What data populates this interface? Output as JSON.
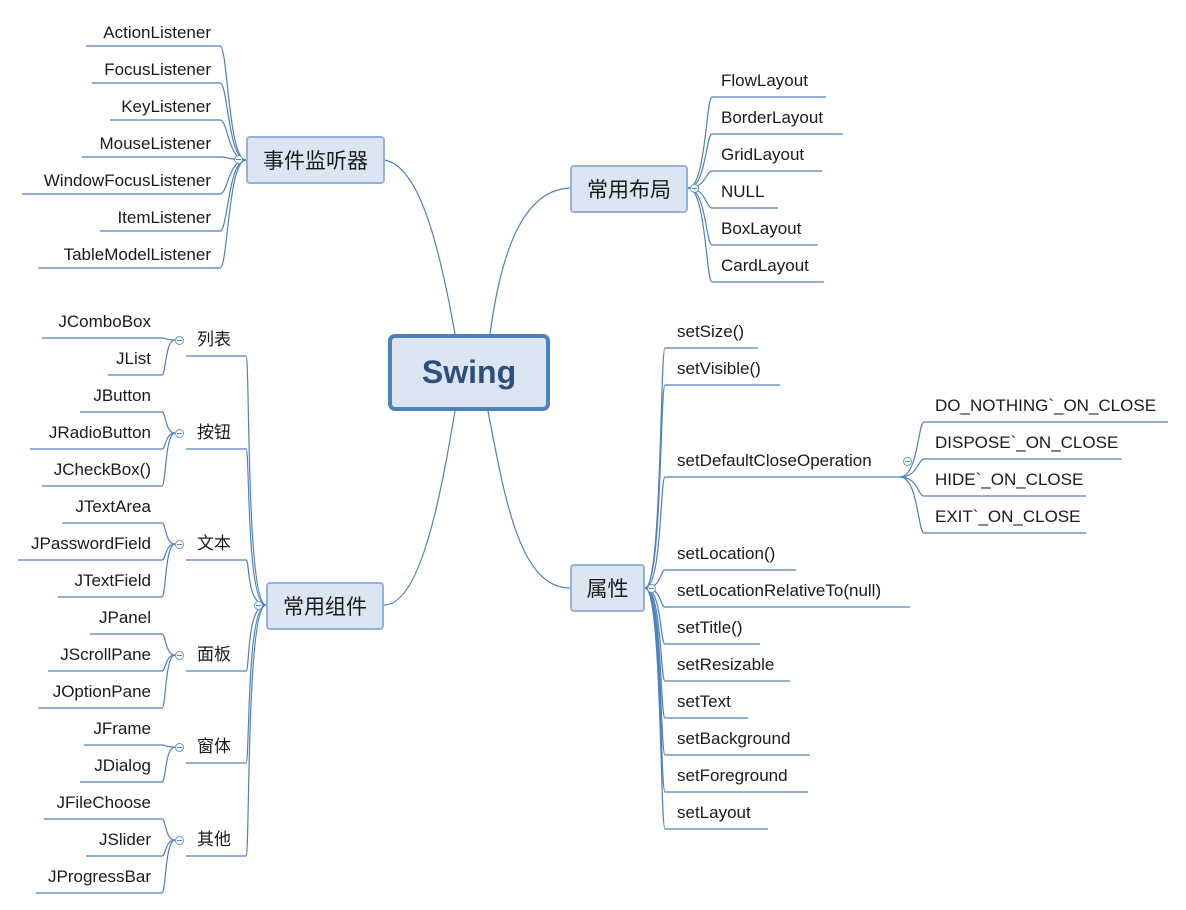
{
  "root": "Swing",
  "branches": {
    "events": {
      "label": "事件监听器",
      "items": [
        "ActionListener",
        "FocusListener",
        "KeyListener",
        "MouseListener",
        "WindowFocusListener",
        "ItemListener",
        "TableModelListener"
      ]
    },
    "layouts": {
      "label": "常用布局",
      "items": [
        "FlowLayout",
        "BorderLayout",
        "GridLayout",
        "NULL",
        "BoxLayout",
        "CardLayout"
      ]
    },
    "components": {
      "label": "常用组件",
      "groups": [
        {
          "label": "列表",
          "items": [
            "JComboBox",
            "JList"
          ]
        },
        {
          "label": "按钮",
          "items": [
            "JButton",
            "JRadioButton",
            "JCheckBox()"
          ]
        },
        {
          "label": "文本",
          "items": [
            "JTextArea",
            "JPasswordField",
            "JTextField"
          ]
        },
        {
          "label": "面板",
          "items": [
            "JPanel",
            "JScrollPane",
            "JOptionPane"
          ]
        },
        {
          "label": "窗体",
          "items": [
            "JFrame",
            "JDialog"
          ]
        },
        {
          "label": "其他",
          "items": [
            "JFileChoose",
            "JSlider",
            "JProgressBar"
          ]
        }
      ]
    },
    "properties": {
      "label": "属性",
      "items": [
        "setSize()",
        "setVisible()",
        "setDefaultCloseOperation",
        "setLocation()",
        "setLocationRelativeTo(null)",
        "setTitle()",
        "setResizable",
        "setText",
        "setBackground",
        "setForeground",
        "setLayout"
      ],
      "close_ops": [
        "DO_NOTHING`_ON_CLOSE",
        "DISPOSE`_ON_CLOSE",
        "HIDE`_ON_CLOSE",
        "EXIT`_ON_CLOSE"
      ]
    }
  },
  "colors": {
    "line": "#4f81bd",
    "node_fill": "#dce6f2",
    "node_border": "#95b3d7",
    "root_border": "#4f81bd"
  }
}
